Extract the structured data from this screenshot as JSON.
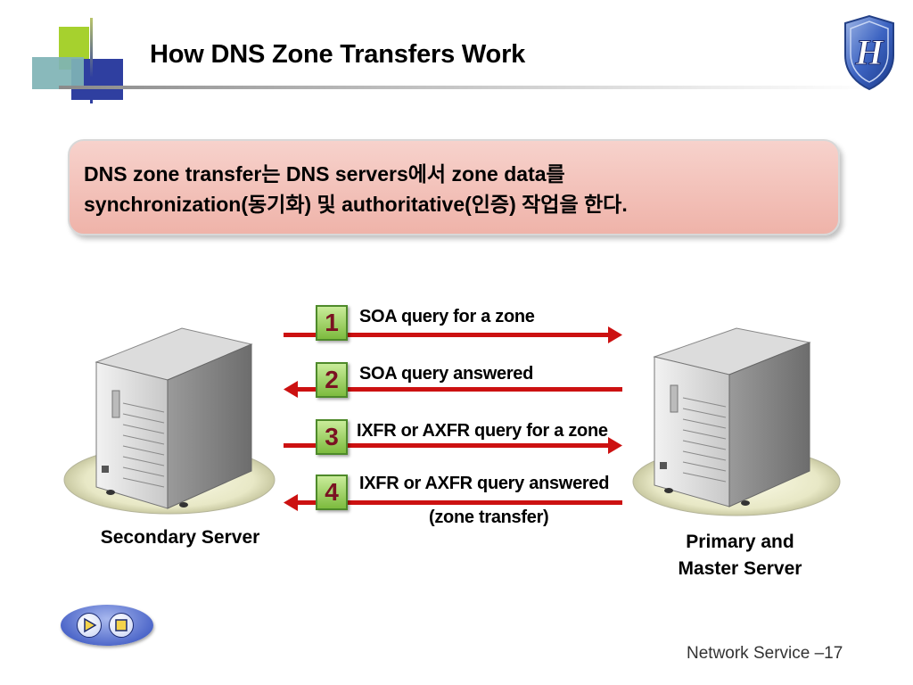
{
  "slide": {
    "title": "How DNS Zone Transfers Work",
    "callout_line1": "DNS zone transfer는 DNS servers에서 zone data를",
    "callout_line2": "synchronization(동기화) 및 authoritative(인증) 작업을 한다.",
    "footer": "Network Service –17"
  },
  "diagram": {
    "secondary_label": "Secondary Server",
    "primary_label_line1": "Primary and",
    "primary_label_line2": "Master Server",
    "steps": [
      {
        "number": "1",
        "text": "SOA query for a zone",
        "direction": "right"
      },
      {
        "number": "2",
        "text": "SOA query answered",
        "direction": "left"
      },
      {
        "number": "3",
        "text": "IXFR or AXFR query for a zone",
        "direction": "right"
      },
      {
        "number": "4",
        "text": "IXFR or AXFR query answered",
        "direction": "left"
      }
    ],
    "step4_subtext": "(zone transfer)"
  },
  "nav": {
    "play_icon": "play-icon",
    "stop_icon": "stop-icon"
  },
  "colors": {
    "arrow": "#cc1111",
    "callout_bg": "#f2c0b8",
    "number_box": "#8fcb4e"
  }
}
